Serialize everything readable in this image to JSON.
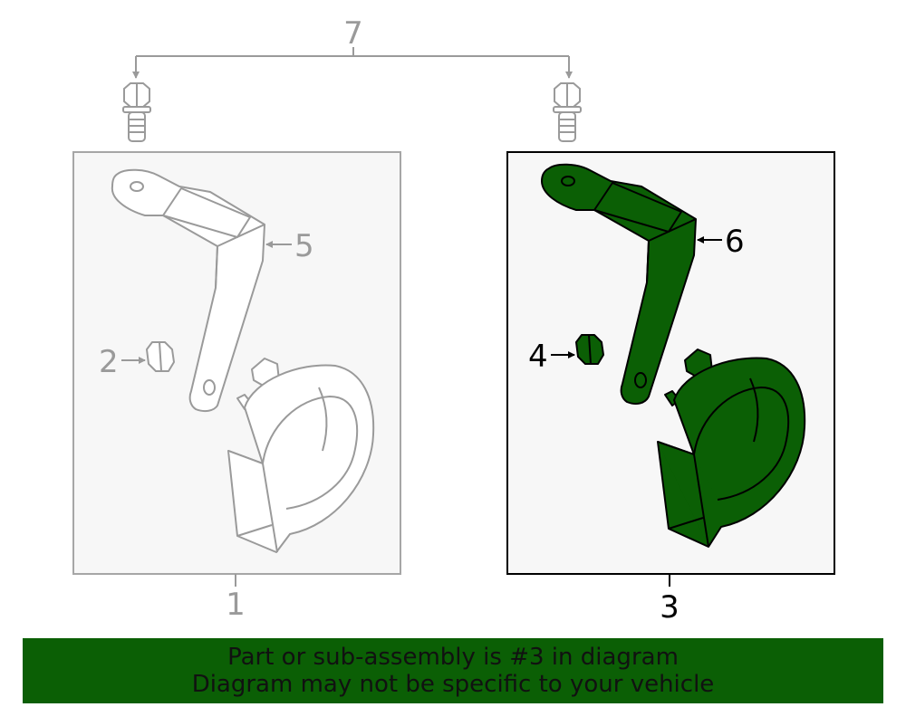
{
  "callouts": {
    "c1": "1",
    "c2": "2",
    "c3": "3",
    "c4": "4",
    "c5": "5",
    "c6": "6",
    "c7": "7"
  },
  "highlight_color": "#0b5f05",
  "banner": {
    "line1": "Part or sub-assembly is #3 in diagram",
    "line2": "Diagram may not be specific to your vehicle"
  }
}
